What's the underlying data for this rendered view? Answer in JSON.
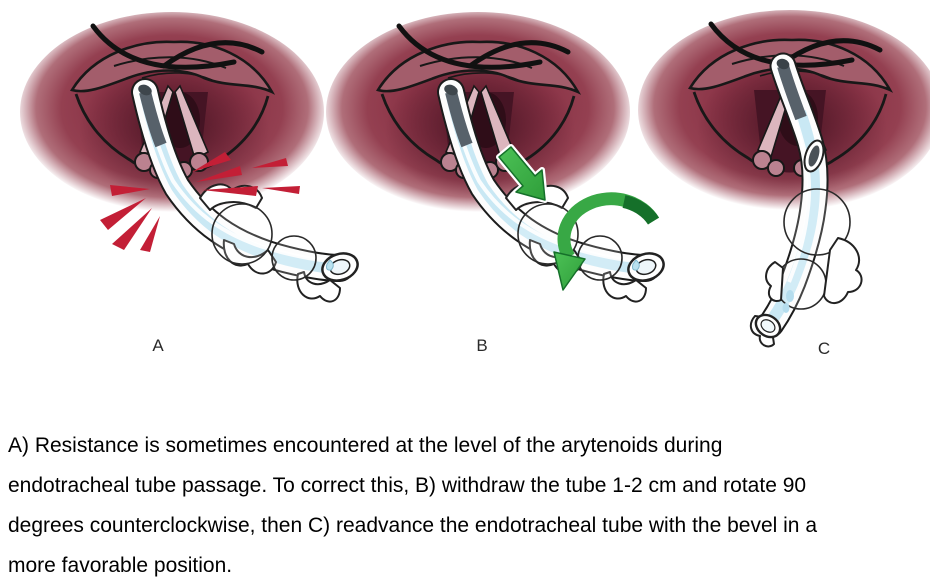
{
  "figure": {
    "panels": [
      {
        "label": "A"
      },
      {
        "label": "B"
      },
      {
        "label": "C"
      }
    ]
  },
  "caption": {
    "full_text": "A) Resistance is sometimes encountered at the level of the arytenoids during endotracheal tube passage. To correct this, B) withdraw the tube 1-2 cm and rotate 90 degrees counterclockwise, then C) readvance the endotracheal tube with the bevel in a more favorable position.",
    "lines": [
      "A) Resistance is sometimes encountered at the level of the arytenoids during",
      "endotracheal tube passage. To correct this, B) withdraw the tube 1-2 cm and rotate 90",
      "degrees counterclockwise, then C) readvance the endotracheal tube with the bevel in a",
      "more favorable position."
    ]
  },
  "colors": {
    "background": "#ffffff",
    "throat_deep": "#712436",
    "throat_main": "#8b3447",
    "throat_edge": "#9c4a58",
    "mucosa_rose": "#a35d6b",
    "fold_pink": "#dcb6be",
    "glottis_dark": "#451424",
    "tube_blue": "#c9e8f4",
    "tube_tip_gray": "#57616a",
    "outline": "#1c1c1c",
    "resistance_red": "#c31f36",
    "arrow_green": "#38a845",
    "arrow_green_dark": "#15702a",
    "label": "#2a2a2a",
    "caption": "#000000"
  }
}
